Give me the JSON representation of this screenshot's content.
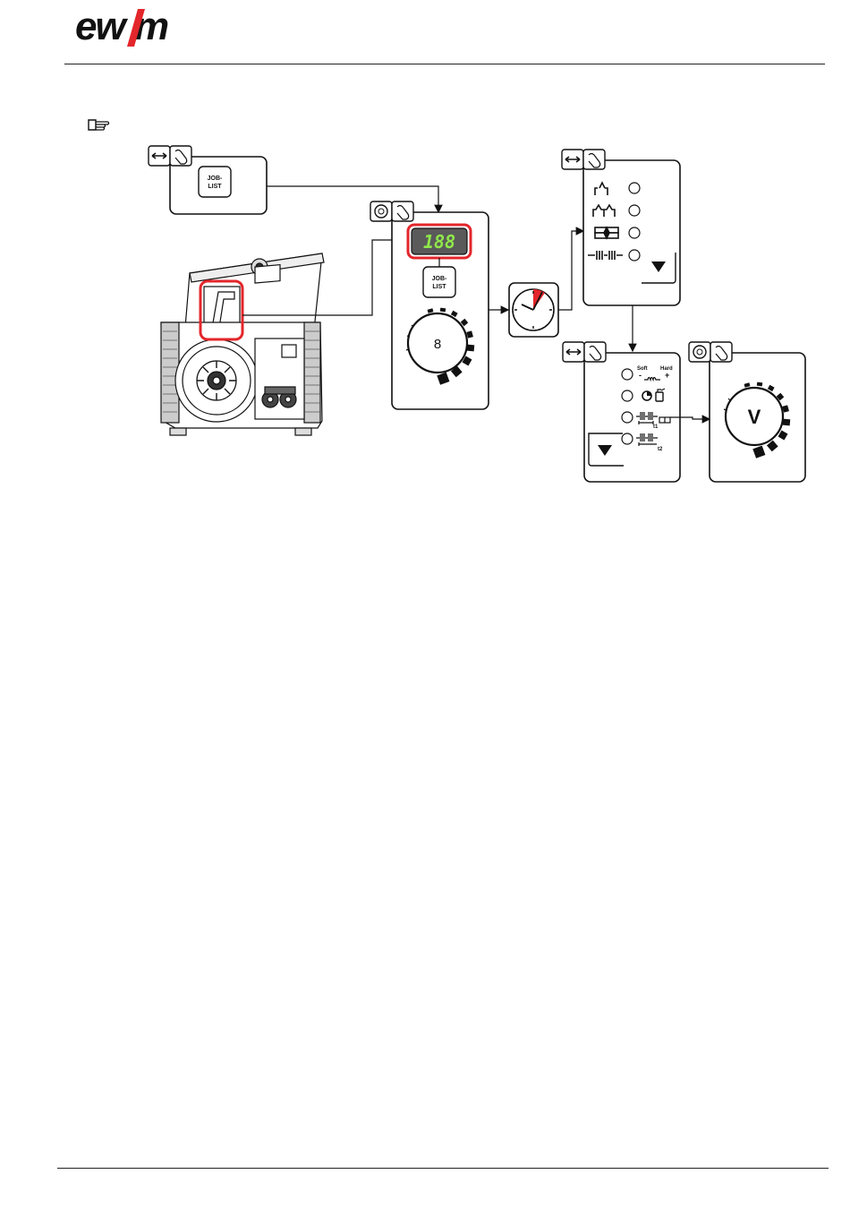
{
  "header": {
    "brand": "ewm"
  },
  "diagram": {
    "job_list_label_line1": "JOB-",
    "job_list_label_line2": "LIST",
    "display_value": "188",
    "encoder_symbol": "8",
    "voltage_label": "V",
    "soft_label": "Soft",
    "hard_label": "Hard",
    "minus_sign": "-",
    "plus_sign": "+",
    "t1_label": "t1",
    "t2_label": "t2",
    "colors": {
      "highlight": "#e3262b",
      "display_bg": "#5a5a5a",
      "display_text": "#8fe84a",
      "stroke": "#1a1a1a"
    },
    "icons": [
      "pointer-hand-icon",
      "arrow-toggle-icon",
      "touch-hand-icon",
      "encoder-knob-icon",
      "clock-icon",
      "down-arrow-icon",
      "wire-feeder-machine"
    ]
  }
}
